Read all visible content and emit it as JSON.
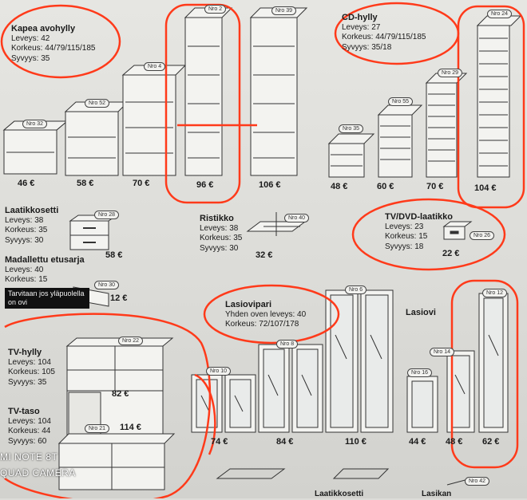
{
  "products": {
    "kapea": {
      "title": "Kapea avohylly",
      "specs": [
        "Leveys: 42",
        "Korkeus: 44/79/115/185",
        "Syvyys: 35"
      ]
    },
    "cd": {
      "title": "CD-hylly",
      "specs": [
        "Leveys: 27",
        "Korkeus: 44/79/115/185",
        "Syvyys: 35/18"
      ]
    },
    "laatikko": {
      "title": "Laatikkosetti",
      "specs": [
        "Leveys: 38",
        "Korkeus: 35",
        "Syvyys: 30"
      ]
    },
    "ristikko": {
      "title": "Ristikko",
      "specs": [
        "Leveys: 38",
        "Korkeus: 35",
        "Syvyys: 30"
      ]
    },
    "tvdvd": {
      "title": "TV/DVD-laatikko",
      "specs": [
        "Leveys: 23",
        "Korkeus: 15",
        "Syvyys: 18"
      ]
    },
    "madallettu": {
      "title": "Madallettu etusarja",
      "specs": [
        "Leveys: 40",
        "Korkeus: 15"
      ]
    },
    "lasiovipari": {
      "title": "Lasiovipari",
      "specs": [
        "Yhden oven leveys: 40",
        "Korkeus: 72/107/178"
      ]
    },
    "lasiovi": {
      "title": "Lasiovi",
      "specs": []
    },
    "tvhylly": {
      "title": "TV-hylly",
      "specs": [
        "Leveys: 104",
        "Korkeus: 105",
        "Syvyys: 35"
      ]
    },
    "tvtaso": {
      "title": "TV-taso",
      "specs": [
        "Leveys: 104",
        "Korkeus: 44",
        "Syvyys: 60"
      ]
    }
  },
  "note": "Tarvitaan jos yläpuolella on ovi",
  "prices": {
    "p46": "46 €",
    "p58": "58 €",
    "p70a": "70 €",
    "p96": "96 €",
    "p106": "106 €",
    "p48": "48 €",
    "p60": "60 €",
    "p70b": "70 €",
    "p104": "104 €",
    "p58b": "58 €",
    "p32": "32 €",
    "p22": "22 €",
    "p12": "12 €",
    "p82": "82 €",
    "p114": "114 €",
    "p74": "74 €",
    "p84": "84 €",
    "p110": "110 €",
    "p44": "44 €",
    "p48b": "48 €",
    "p62": "62 €"
  },
  "badges": {
    "n32": "Nro 32",
    "n52": "Nro 52",
    "n4": "Nro 4",
    "n2": "Nro 2",
    "n39": "Nro 39",
    "n35": "Nro 35",
    "n55": "Nro 55",
    "n29": "Nro 29",
    "n24": "Nro 24",
    "n28": "Nro 28",
    "n40": "Nro 40",
    "n26": "Nro 26",
    "n30": "Nro 30",
    "n22": "Nro 22",
    "n21": "Nro 21",
    "n10": "Nro 10",
    "n8": "Nro 8",
    "n6": "Nro 6",
    "n16": "Nro 16",
    "n14": "Nro 14",
    "n12": "Nro 12",
    "n42": "Nro 42"
  },
  "watermark": {
    "line1": "MI NOTE 8T",
    "line2": "QUAD CAMERA"
  },
  "cropped": {
    "laatikkosetti": "Laatikkosetti",
    "lasikan": "Lasikan"
  },
  "annotation_color": "#ff3a1a"
}
